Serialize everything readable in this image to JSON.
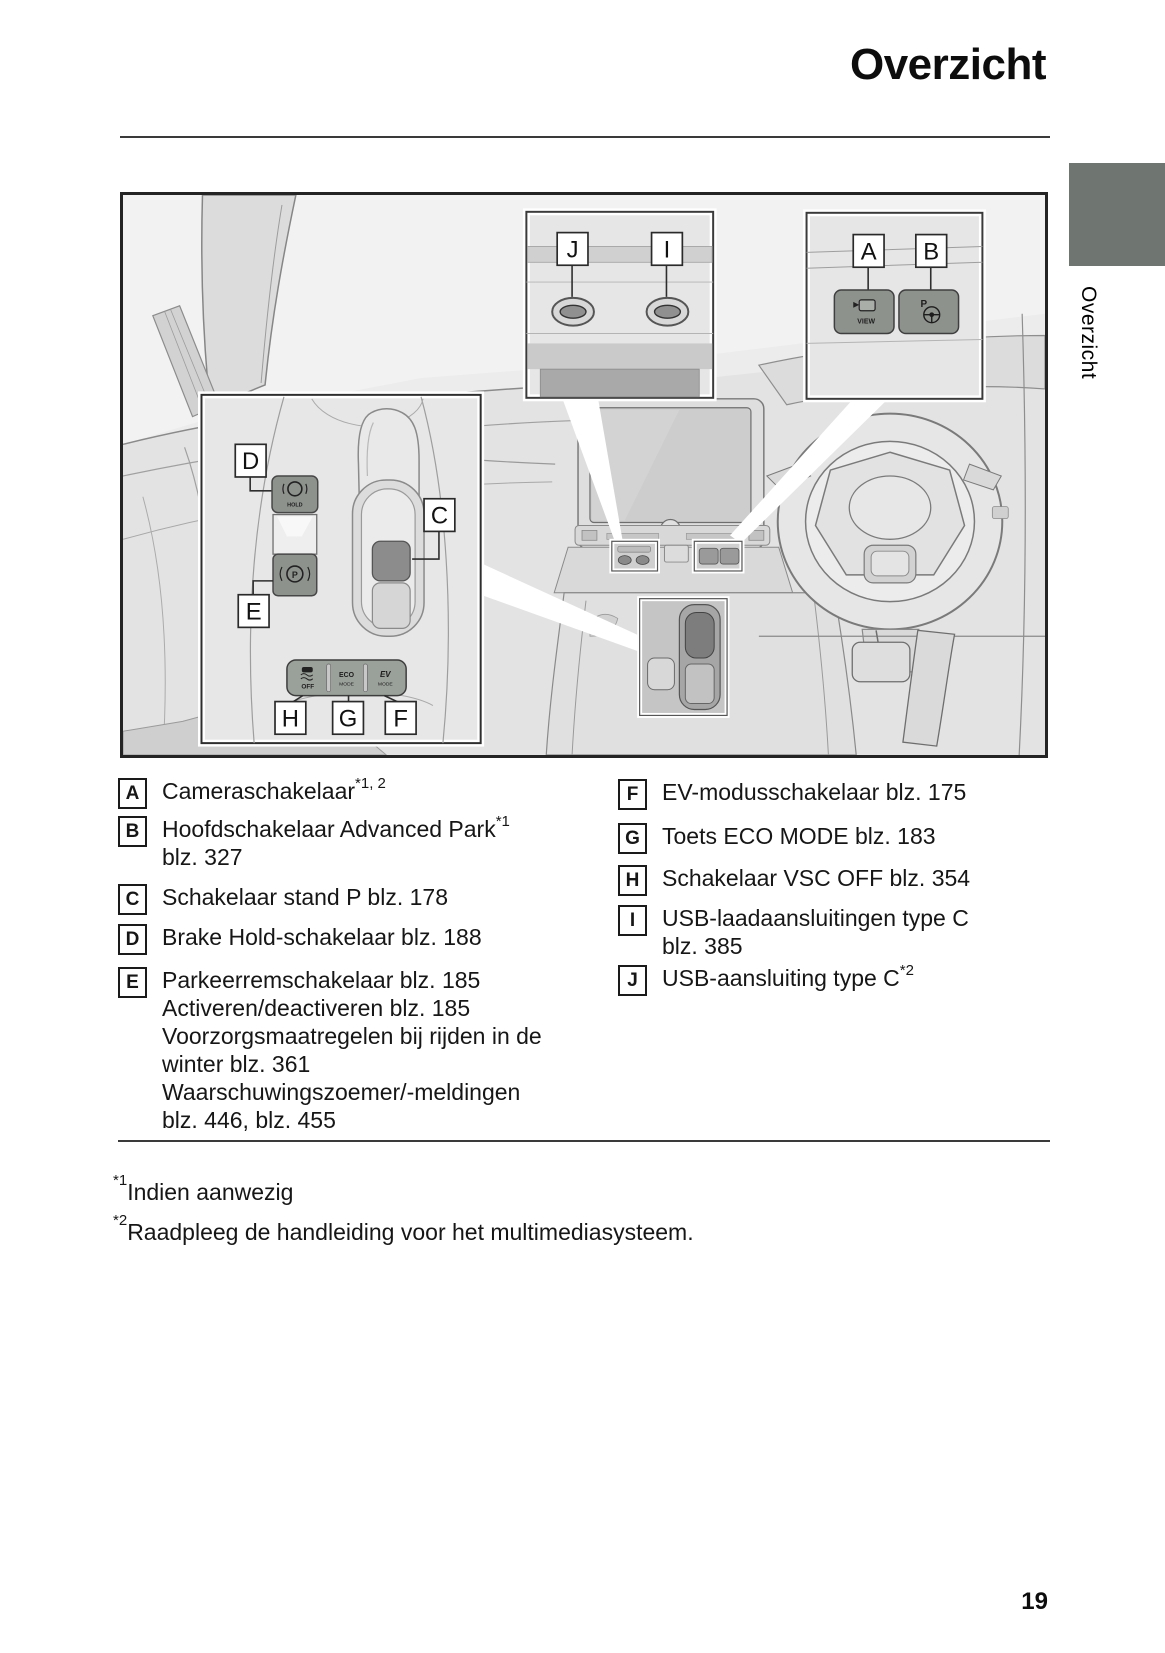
{
  "page": {
    "title": "Overzicht",
    "side_tab_label": "Overzicht",
    "page_number": "19"
  },
  "legend": {
    "left": [
      {
        "letter": "A",
        "lines": [
          {
            "text": "Cameraschakelaar",
            "sup": "*1, 2"
          }
        ]
      },
      {
        "letter": "B",
        "lines": [
          {
            "text": "Hoofdschakelaar Advanced Park",
            "sup": "*1"
          },
          {
            "text": "blz. 327",
            "sup": ""
          }
        ]
      },
      {
        "letter": "C",
        "lines": [
          {
            "text": "Schakelaar stand P blz. 178",
            "sup": ""
          }
        ]
      },
      {
        "letter": "D",
        "lines": [
          {
            "text": "Brake Hold-schakelaar blz. 188",
            "sup": ""
          }
        ]
      },
      {
        "letter": "E",
        "lines": [
          {
            "text": "Parkeerremschakelaar blz. 185",
            "sup": ""
          },
          {
            "text": "Activeren/deactiveren blz. 185",
            "sup": ""
          },
          {
            "text": "Voorzorgsmaatregelen bij rijden in de",
            "sup": ""
          },
          {
            "text": "winter blz. 361",
            "sup": ""
          },
          {
            "text": "Waarschuwingszoemer/-meldingen",
            "sup": ""
          },
          {
            "text": "blz. 446, blz. 455",
            "sup": ""
          }
        ]
      }
    ],
    "right": [
      {
        "letter": "F",
        "lines": [
          {
            "text": "EV-modusschakelaar blz. 175",
            "sup": ""
          }
        ]
      },
      {
        "letter": "G",
        "lines": [
          {
            "text": "Toets ECO MODE blz. 183",
            "sup": ""
          }
        ]
      },
      {
        "letter": "H",
        "lines": [
          {
            "text": "Schakelaar VSC OFF blz. 354",
            "sup": ""
          }
        ]
      },
      {
        "letter": "I",
        "lines": [
          {
            "text": "USB-laadaansluitingen type C",
            "sup": ""
          },
          {
            "text": "blz. 385",
            "sup": ""
          }
        ]
      },
      {
        "letter": "J",
        "lines": [
          {
            "text": "USB-aansluiting type C",
            "sup": "*2"
          }
        ]
      }
    ]
  },
  "footnotes": [
    {
      "sup": "*1",
      "text": "Indien aanwezig"
    },
    {
      "sup": "*2",
      "text": "Raadpleeg de handleiding voor het multimediasysteem."
    }
  ],
  "illustration": {
    "callouts": {
      "A": "A",
      "B": "B",
      "C": "C",
      "D": "D",
      "E": "E",
      "F": "F",
      "G": "G",
      "H": "H",
      "I": "I",
      "J": "J"
    },
    "buttons": {
      "view": "VIEW",
      "park_assist_p": "P",
      "hold": "HOLD",
      "vsc_off": "OFF",
      "eco": "ECO",
      "eco_mode": "MODE",
      "ev": "EV",
      "ev_mode": "MODE",
      "parking_brake_p": "P"
    },
    "colors": {
      "side_tab": "#6f7570",
      "rule": "#3a3a3a",
      "dark_button": "#8d928d",
      "figure_background": "#ececec"
    }
  }
}
